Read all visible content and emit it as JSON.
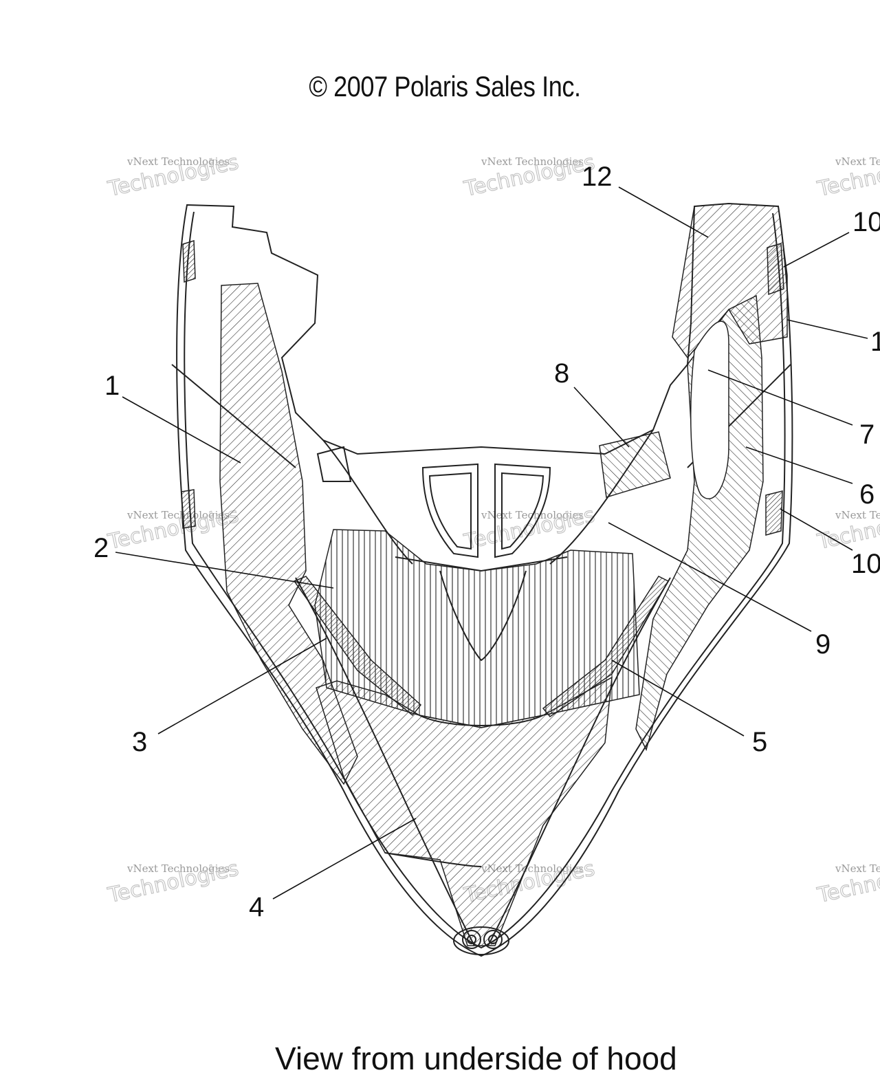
{
  "copyright": "© 2007 Polaris Sales Inc.",
  "caption": "View from underside of hood",
  "watermark": {
    "line1": "vNext Technologies",
    "line2": "Technologies"
  },
  "callouts": [
    "1",
    "2",
    "3",
    "4",
    "5",
    "6",
    "7",
    "8",
    "9",
    "10",
    "10",
    "12",
    "1"
  ]
}
